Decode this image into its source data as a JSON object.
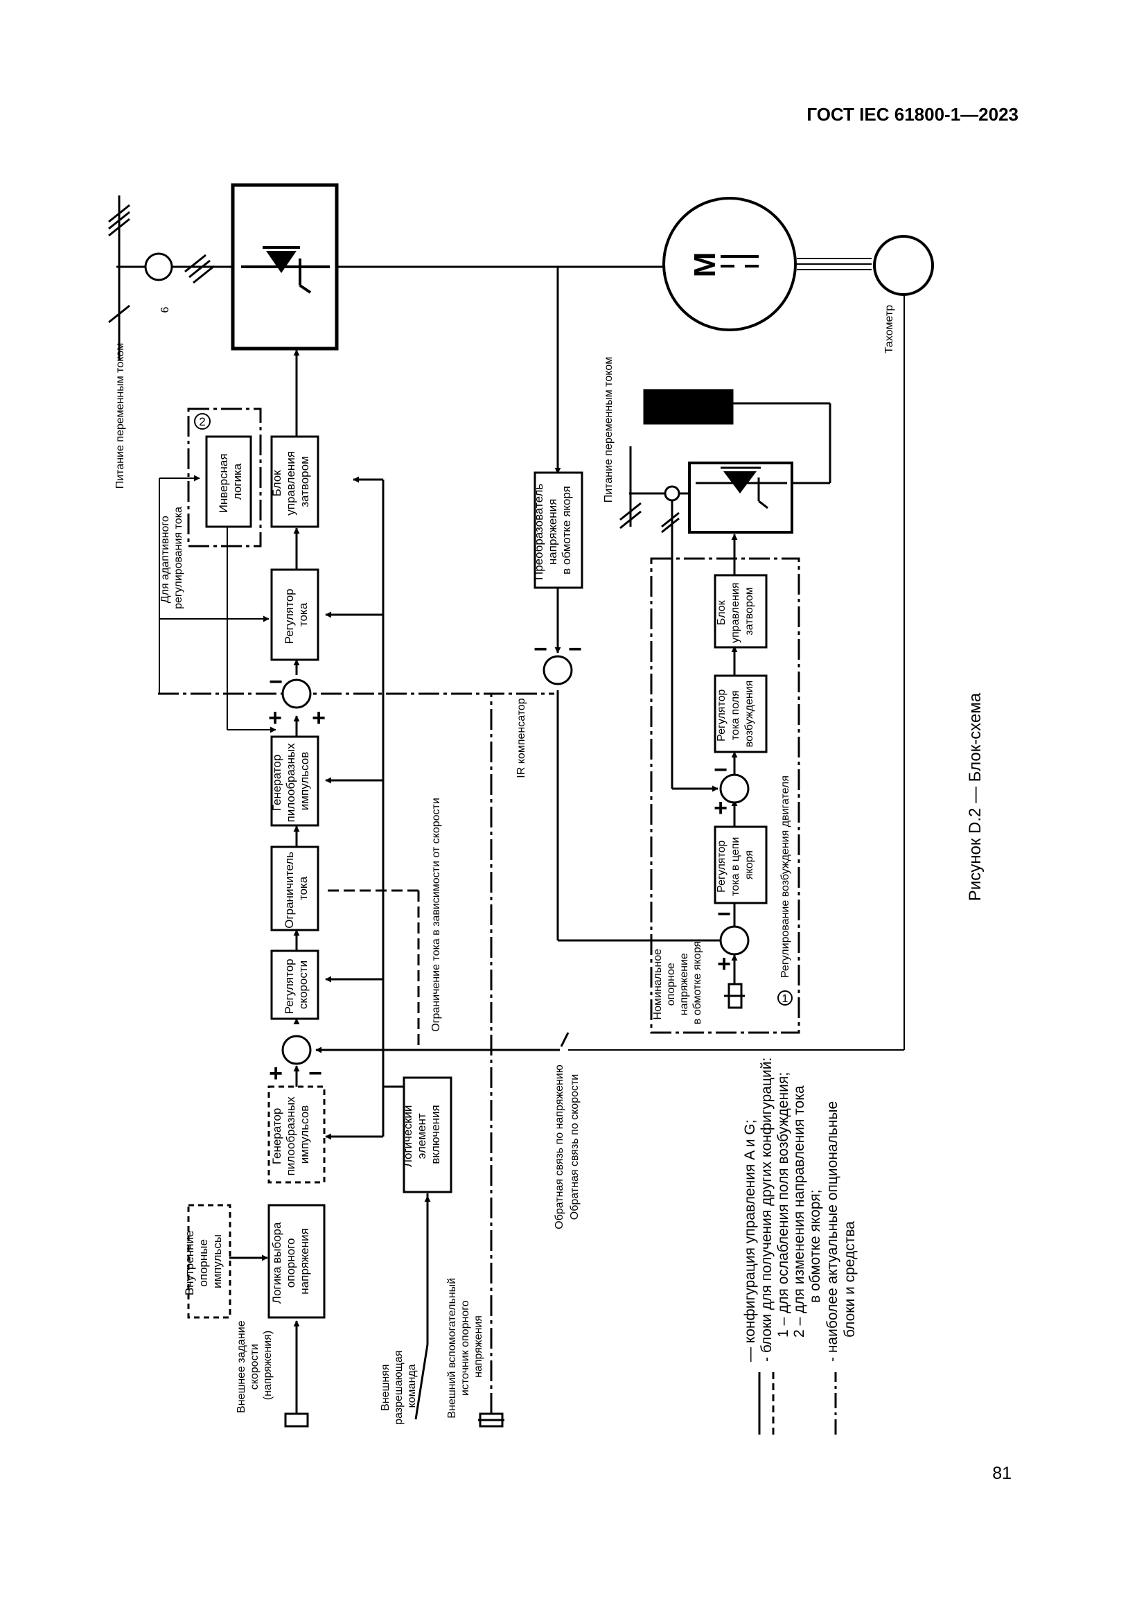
{
  "header": {
    "standard": "ГОСТ IEC 61800-1—2023"
  },
  "page_number": "81",
  "figure": {
    "caption": "Рисунок D.2 — Блок-схема",
    "blocks": {
      "gate_control_armature": [
        "Блок",
        "управления",
        "затвором"
      ],
      "inverse_logic": [
        "Инверсная",
        "логика"
      ],
      "current_regulator": [
        "Регулятор",
        "тока"
      ],
      "ramp_generator_inner": [
        "Генератор",
        "пилообразных",
        "импульсов"
      ],
      "current_limiter": [
        "Ограничитель",
        "тока"
      ],
      "speed_regulator": [
        "Регулятор",
        "скорости"
      ],
      "ramp_generator_outer": [
        "Генератор",
        "пилообразных",
        "импульсов"
      ],
      "reference_select_logic": [
        "Логика выбора",
        "опорного",
        "напряжения"
      ],
      "internal_references": [
        "Внутренние",
        "опорные",
        "импульсы"
      ],
      "enable_logic": [
        "Логический",
        "элемент",
        "включения"
      ],
      "armature_voltage_converter": [
        "Преобразователь",
        "напряжения",
        "в обмотке якоря"
      ],
      "gate_control_field": [
        "Блок",
        "управления",
        "затвором"
      ],
      "field_current_regulator": [
        "Регулятор",
        "тока поля",
        "возбуждения"
      ],
      "armature_current_regulator": [
        "Регулятор",
        "тока в цепи",
        "якоря"
      ]
    },
    "labels": {
      "ac_supply_main": "Питание переменным током",
      "ac_supply_field": "Питание переменным током",
      "tachometer": "Тахометр",
      "adaptive_regulation": [
        "Для адаптивного",
        "регулирования тока"
      ],
      "ir_compensator": "IR компенсатор",
      "speed_dependent_limit": "Ограничение тока в зависимости от скорости",
      "voltage_feedback": "Обратная связь по напряжению",
      "speed_feedback": "Обратная связь по скорости",
      "external_speed_reference": [
        "Внешнее задание",
        "скорости",
        "(напряжения)"
      ],
      "external_enable_command": [
        "Внешняя",
        "разрешающая",
        "команда"
      ],
      "external_aux_reference": [
        "Внешний вспомогательный",
        "источник опорного",
        "напряжения"
      ],
      "nominal_armature_reference": [
        "Номинальное",
        "опорное",
        "напряжение",
        "в обмотке якоря"
      ],
      "motor_field_regulation": "Регулирование возбуждения двигателя",
      "supply_conductor_count": "6",
      "marker_field": "1",
      "marker_reversing": "2",
      "motor_symbol": "M"
    },
    "legend": [
      "— конфигурация управления A и G;",
      "- блоки для получения других конфигураций:",
      "1 – для ослабления поля возбуждения;",
      "2 – для изменения направления тока",
      "в обмотке якоря;",
      "- наиболее актуальные опциональные",
      "блоки и средства"
    ]
  }
}
